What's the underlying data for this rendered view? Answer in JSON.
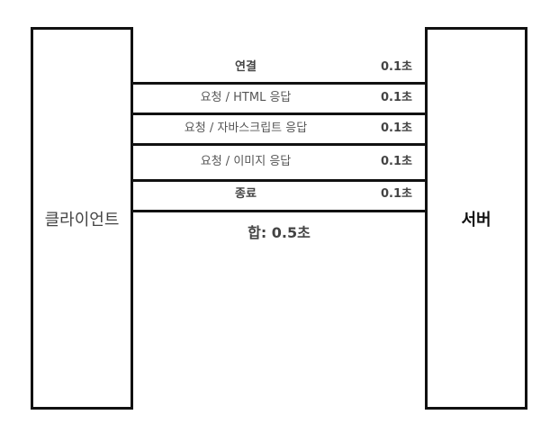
{
  "client": {
    "label": "클라이언트"
  },
  "server": {
    "label": "서버"
  },
  "steps": [
    {
      "label": "연결",
      "time": "0.1초"
    },
    {
      "label": "요청 / HTML 응답",
      "time": "0.1초"
    },
    {
      "label": "요청 / 자바스크립트 응답",
      "time": "0.1초"
    },
    {
      "label": "요청 / 이미지 응답",
      "time": "0.1초"
    },
    {
      "label": "종료",
      "time": "0.1초"
    }
  ],
  "total": "합: 0.5초"
}
